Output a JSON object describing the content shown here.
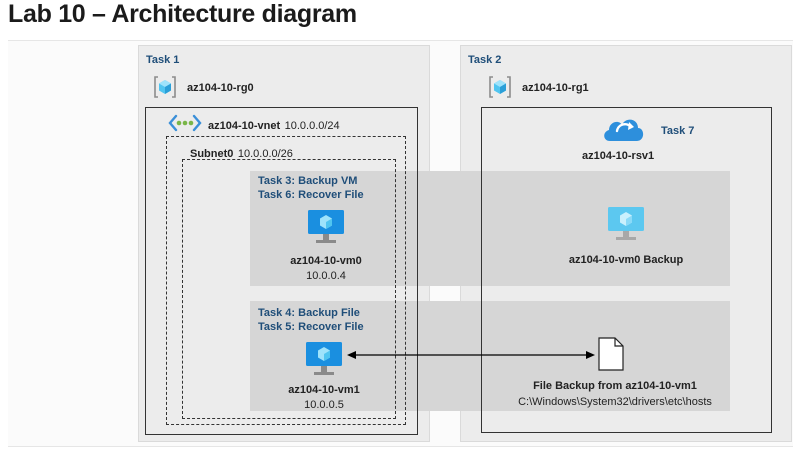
{
  "title": "Lab 10 – Architecture diagram",
  "task1": {
    "label": "Task 1",
    "rg": "az104-10-rg0",
    "vnet_name": "az104-10-vnet",
    "vnet_cidr": "10.0.0.0/24",
    "subnet_name": "Subnet0",
    "subnet_cidr": "10.0.0.0/26"
  },
  "task2": {
    "label": "Task 2",
    "rg": "az104-10-rg1",
    "vault_task": "Task 7",
    "vault_name": "az104-10-rsv1"
  },
  "band1": {
    "task_line1": "Task 3: Backup VM",
    "task_line2": "Task 6: Recover File",
    "vm_name": "az104-10-vm0",
    "vm_ip": "10.0.0.4",
    "backup_label": "az104-10-vm0 Backup"
  },
  "band2": {
    "task_line1": "Task 4: Backup File",
    "task_line2": "Task 5: Recover File",
    "vm_name": "az104-10-vm1",
    "vm_ip": "10.0.0.5",
    "file_label": "File Backup from az104-10-vm1",
    "file_path": "C:\\Windows\\System32\\drivers\\etc\\hosts"
  },
  "icons": {
    "resource_group": "resource-group-icon",
    "vnet": "virtual-network-icon",
    "vault": "recovery-services-vault-icon",
    "vm": "virtual-machine-icon",
    "file": "file-icon"
  },
  "colors": {
    "task_text": "#1f4e79",
    "azure_blue": "#0078d4",
    "panel": "#ececec",
    "band": "#d6d6d6"
  }
}
